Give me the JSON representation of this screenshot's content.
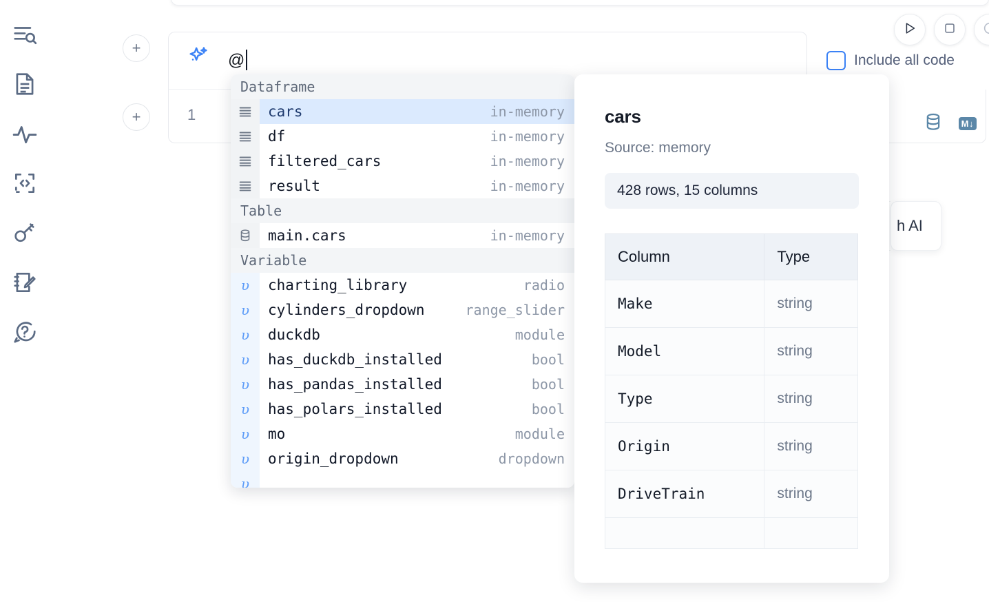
{
  "app": {
    "ai_prompt_value": "@",
    "include_all_code_label": "Include all code",
    "line_number": "1",
    "ai_chip_label": "h AI"
  },
  "rail": {
    "items": [
      {
        "name": "explorer-search-icon",
        "label": "Explore"
      },
      {
        "name": "document-icon",
        "label": "Notebook"
      },
      {
        "name": "activity-icon",
        "label": "Activity"
      },
      {
        "name": "snippet-code-icon",
        "label": "Snippets"
      },
      {
        "name": "key-icon",
        "label": "Secrets"
      },
      {
        "name": "scratchpad-edit-icon",
        "label": "Scratchpad"
      },
      {
        "name": "help-chat-icon",
        "label": "Help"
      }
    ]
  },
  "toolbar": {
    "run_label": "Run",
    "stop_label": "Stop",
    "add_cell_label": "+"
  },
  "cell": {
    "database_icon": "database-icon",
    "markdown_icon": "markdown-icon",
    "markdown_badge_text": "M↓"
  },
  "dropdown": {
    "groups": [
      {
        "title": "Dataframe",
        "icon": "dataframe-icon",
        "items": [
          {
            "name": "cars",
            "type": "in-memory",
            "selected": true
          },
          {
            "name": "df",
            "type": "in-memory",
            "selected": false
          },
          {
            "name": "filtered_cars",
            "type": "in-memory",
            "selected": false
          },
          {
            "name": "result",
            "type": "in-memory",
            "selected": false
          }
        ]
      },
      {
        "title": "Table",
        "icon": "table-database-icon",
        "items": [
          {
            "name": "main.cars",
            "type": "in-memory",
            "selected": false
          }
        ]
      },
      {
        "title": "Variable",
        "icon": "variable-icon",
        "items": [
          {
            "name": "charting_library",
            "type": "radio",
            "selected": false
          },
          {
            "name": "cylinders_dropdown",
            "type": "range_slider",
            "selected": false
          },
          {
            "name": "duckdb",
            "type": "module",
            "selected": false
          },
          {
            "name": "has_duckdb_installed",
            "type": "bool",
            "selected": false
          },
          {
            "name": "has_pandas_installed",
            "type": "bool",
            "selected": false
          },
          {
            "name": "has_polars_installed",
            "type": "bool",
            "selected": false
          },
          {
            "name": "mo",
            "type": "module",
            "selected": false
          },
          {
            "name": "origin_dropdown",
            "type": "dropdown",
            "selected": false
          },
          {
            "name": "",
            "type": "",
            "selected": false
          }
        ]
      }
    ]
  },
  "detail": {
    "title": "cars",
    "source": "Source: memory",
    "shape": "428 rows, 15 columns",
    "table": {
      "headers": [
        "Column",
        "Type"
      ],
      "rows": [
        {
          "column": "Make",
          "type": "string"
        },
        {
          "column": "Model",
          "type": "string"
        },
        {
          "column": "Type",
          "type": "string"
        },
        {
          "column": "Origin",
          "type": "string"
        },
        {
          "column": "DriveTrain",
          "type": "string"
        },
        {
          "column": "",
          "type": ""
        }
      ]
    }
  },
  "colors": {
    "accent": "#3b82f6",
    "selected_row_bg": "#dbeafe",
    "group_header_bg": "#f3f5f7",
    "icon_blue": "#5b87a8"
  }
}
